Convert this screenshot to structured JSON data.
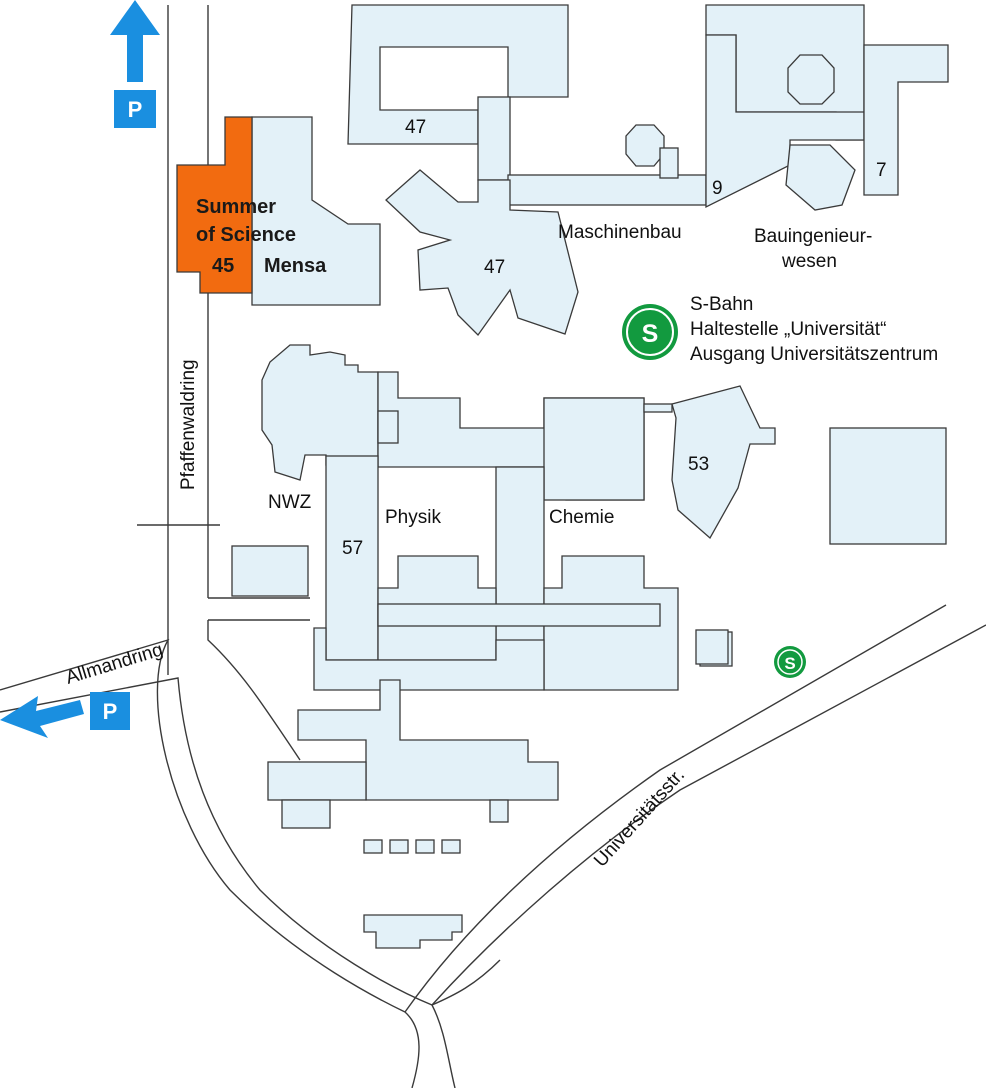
{
  "colors": {
    "building_fill": "#e3f1f8",
    "highlight": "#f26b10",
    "parking": "#1a8fe0",
    "sbahn": "#129a3f",
    "arrow": "#1a8fe0"
  },
  "labels": {
    "summer_line1": "Summer",
    "summer_line2": "of Science",
    "bld_45": "45",
    "mensa": "Mensa",
    "bld_47_top": "47",
    "bld_47_star": "47",
    "bld_9": "9",
    "bld_7": "7",
    "maschinenbau": "Maschinenbau",
    "bau_line1": "Bauingenieur-",
    "bau_line2": "wesen",
    "sbahn_line1": "S-Bahn",
    "sbahn_line2": "Haltestelle „Universität“",
    "sbahn_line3": "Ausgang Universitätszentrum",
    "nwz": "NWZ",
    "physik": "Physik",
    "chemie": "Chemie",
    "bld_53": "53",
    "bld_57": "57"
  },
  "streets": {
    "pfaffenwaldring": "Pfaffenwaldring",
    "allmandring": "Allmandring",
    "universitaetsstr": "Universitätsstr."
  },
  "icons": {
    "parking_letter": "P",
    "sbahn_letter": "S"
  }
}
